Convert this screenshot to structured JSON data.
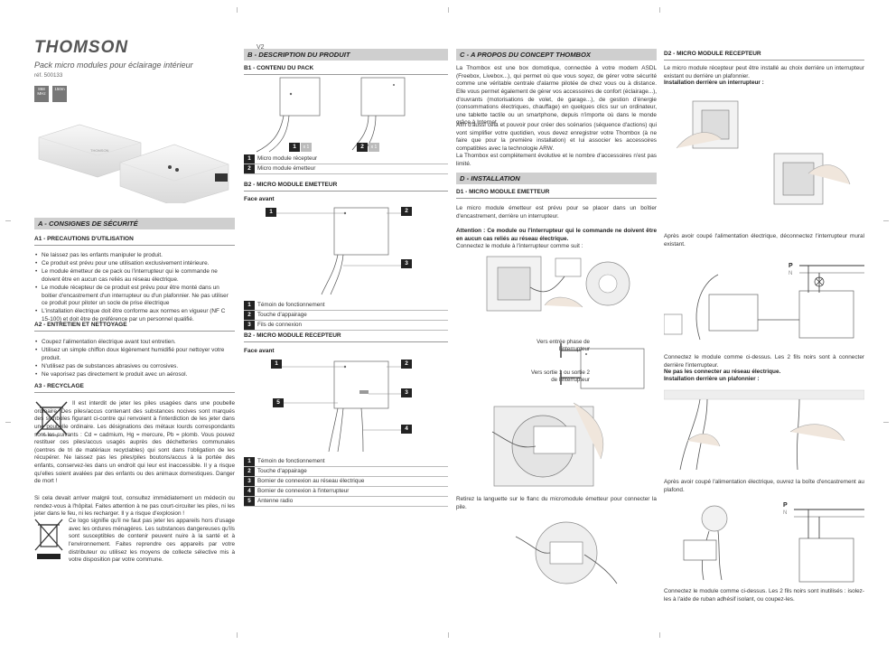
{
  "brand": "THOMSON",
  "version": "V2",
  "product": {
    "title": "Pack micro modules pour éclairage intérieur",
    "ref": "réf. 500133",
    "badge1": "868 MHz",
    "badge2": "150m",
    "device_label": "THOMSON"
  },
  "sectionA": {
    "title": "A - CONSIGNES DE SÉCURITÉ",
    "a1_title": "A1 - PRECAUTIONS D'UTILISATION",
    "a1_items": [
      "Ne laissez pas les enfants manipuler le produit.",
      "Ce produit est prévu pour une utilisation exclusivement intérieure.",
      "Le module émetteur de ce pack ou l'interrupteur qui le commande ne doivent être en aucun cas reliés au réseau électrique.",
      "Le module récepteur de ce produit est prévu pour être monté dans un boitier d'encastrement d'un interrupteur ou d'un plafonnier. Ne pas utiliser ce produit pour piloter un socle de prise électrique",
      "L'installation électrique doit être conforme aux normes en vigueur (NF C 15-100) et doit être de préférence par un personnel qualifié."
    ],
    "a2_title": "A2 - ENTRETIEN ET NETTOYAGE",
    "a2_items": [
      "Coupez l'alimentation électrique avant tout entretien.",
      "Utilisez un simple chiffon doux légèrement humidifié pour nettoyer votre produit.",
      "N'utilisez pas de substances abrasives ou corrosives.",
      "Ne vaporisez pas directement le produit avec un aérosol."
    ],
    "a3_title": "A3 - RECYCLAGE",
    "a3_text1": "Il est interdit de jeter les piles usagées dans une poubelle ordinaire. Des piles/accus contenant des substances nocives sont marqués des symboles figurant ci-contre qui renvoient à l'interdiction de les jeter dans une poubelle ordinaire. Les désignations des métaux lourds correspondants sont les suivants : Cd = cadmium, Hg = mercure, Pb = plomb. Vous pouvez restituer ces piles/accus usagés auprès des déchetteries communales (centres de tri de matériaux recyclables) qui sont dans l'obligation de les récupérer. Ne laissez pas les piles/piles boutons/accus à la portée des enfants, conservez-les dans un endroit qui leur est inaccessible. Il y a risque qu'elles soient avalées par des enfants ou des animaux domestiques. Danger de mort !",
    "a3_text2": "Si cela devait arriver malgré tout, consultez immédiatement un médecin ou rendez-vous à l'hôpital. Faites attention à ne pas court-circuiter les piles, ni les jeter dans le feu, ni les recharger. Il y a risque d'explosion !",
    "a3_text3": "Ce logo signifie qu'il ne faut pas jeter les appareils hors d'usage avec les ordures ménagères. Les substances dangereuses qu'ils sont susceptibles de contenir peuvent nuire à la santé et à l'environnement. Faites reprendre ces appareils par votre distributeur ou utilisez les moyens de collecte sélective mis à votre disposition par votre commune.",
    "battery_symbols": "Pb Cd Hg"
  },
  "sectionB": {
    "title": "B - DESCRIPTION DU PRODUIT",
    "b1_title": "B1 - CONTENU DU PACK",
    "b1_tag1": "x 1",
    "b1_tag2": "x 1",
    "b1_legend": [
      {
        "n": "1",
        "t": "Micro module récepteur"
      },
      {
        "n": "2",
        "t": "Micro module émetteur"
      }
    ],
    "b2_title": "B2 - MICRO MODULE EMETTEUR",
    "b2_face": "Face avant",
    "b2_legend": [
      {
        "n": "1",
        "t": "Témoin de fonctionnement"
      },
      {
        "n": "2",
        "t": "Touche d'appairage"
      },
      {
        "n": "3",
        "t": "Fils de connexion"
      }
    ],
    "b3_title": "B2 - MICRO MODULE RECEPTEUR",
    "b3_face": "Face avant",
    "b3_legend": [
      {
        "n": "1",
        "t": "Témoin de fonctionnement"
      },
      {
        "n": "2",
        "t": "Touche d'appairage"
      },
      {
        "n": "3",
        "t": "Bornier de connexion au réseau électrique"
      },
      {
        "n": "4",
        "t": "Bornier de connexion à l'interrupteur"
      },
      {
        "n": "5",
        "t": "Antenne radio"
      }
    ],
    "n1": "1",
    "n2": "2",
    "n3": "3",
    "n4": "4",
    "n5": "5"
  },
  "sectionC": {
    "title": "C - A PROPOS DU CONCEPT THOMBOX",
    "text": "La Thombox est une box domotique, connectée à votre modem ASDL (Freebox, Livebox...), qui permet où que vous soyez, de gérer votre sécurité comme une véritable centrale d'alarme pilotée de chez vous ou à distance. Elle vous permet également de gérer vos accessoires de confort (éclairage...), d'ouvrants (motorisations de volet, de garage...), de gestion d'énergie (consommations électriques, chauffage) en quelques clics sur un ordinateur, une tablette tactile ou un smartphone, depuis n'importe où dans le monde grâce à Internet.",
    "text2": "Afin d'aussi cela et pouvoir pour créer des scénarios (séquence d'actions) qui vont simplifier votre quotidien, vous devez enregistrer votre Thombox (à ne faire que pour la première installation) et lui associer les accessoires compatibles avec la technologie ARW.",
    "text3": "La Thombox est complètement évolutive et le nombre d'accessoires n'est pas limité."
  },
  "sectionD": {
    "title": "D - INSTALLATION",
    "d1_title": "D1 - MICRO MODULE EMETTEUR",
    "d1_text": "Le micro module émetteur est prévu pour se placer dans un boîtier d'encastrement, derrière un interrupteur.",
    "d1_warn": "Attention : Ce module ou l'interrupteur qui le commande ne doivent être en aucun cas reliés au réseau électrique.",
    "d1_connect": "Connectez le module à l'interrupteur comme suit :",
    "d1_wire1": "Vers entrée phase de l'interrupteur",
    "d1_wire2": "Vers sortie 1 ou sortie 2 de l'interrupteur",
    "d1_tab": "Retirez la languette sur le flanc du micromodule émetteur pour connecter la pile.",
    "d2_title": "D2 - MICRO MODULE RECEPTEUR",
    "d2_intro": "Le micro module récepteur peut être installé au choix derrière un interrupteur existant ou derrière un plafonnier.",
    "d2_sub1": "Installation derrière un interrupteur :",
    "d2_cut1": "Après avoir coupé l'alimentation électrique, déconnectez l'interrupteur mural existant.",
    "d2_connect1": "Connectez le module comme ci-dessus. Les 2 fils noirs sont à connecter derrière l'interrupteur.",
    "d2_connect1b": "Ne pas les connecter au réseau électrique.",
    "d2_sub2": "Installation derrière un plafonnier :",
    "d2_cut2": "Après avoir coupé l'alimentation électrique, ouvrez la boîte d'encastrement au plafond.",
    "d2_connect2": "Connectez le module comme ci-dessus. Les 2 fils noirs sont inutilisés : isolez-les à l'aide de ruban adhésif isolant, ou coupez-les.",
    "p_label": "P",
    "n_label": "N"
  }
}
